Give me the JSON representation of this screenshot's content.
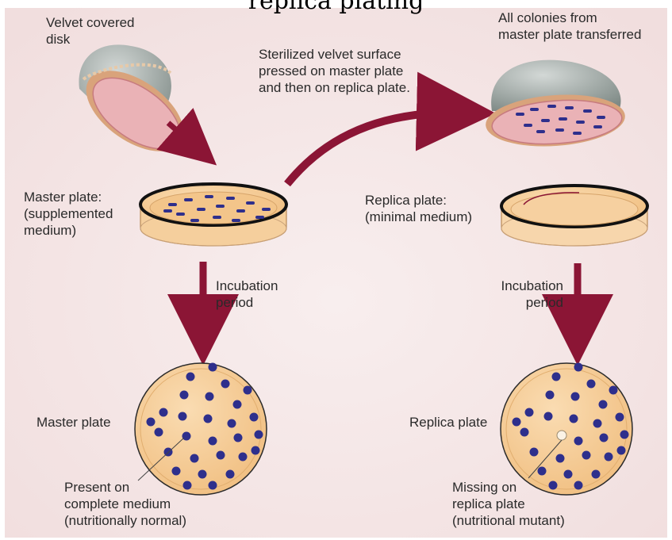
{
  "header": {
    "partial_title": "replica plating"
  },
  "labels": {
    "velvet_disk": [
      "Velvet covered",
      "disk"
    ],
    "all_colonies": [
      "All colonies from",
      "master plate transferred"
    ],
    "sterilized": [
      "Sterilized velvet surface",
      "pressed on master plate",
      "and then on replica plate."
    ],
    "master_plate_top": [
      "Master plate:",
      "(supplemented",
      "medium)"
    ],
    "replica_plate_top": [
      "Replica plate:",
      "(minimal medium)"
    ],
    "incubation_left": [
      "Incubation",
      "period"
    ],
    "incubation_right": [
      "Incubation",
      "period"
    ],
    "master_plate_bottom": "Master plate",
    "replica_plate_bottom": "Replica plate",
    "present_note": [
      "Present on",
      "complete medium",
      "(nutritionally normal)"
    ],
    "missing_note": [
      "Missing on",
      "replica plate",
      "(nutritional mutant)"
    ]
  },
  "colors": {
    "background": "#f6e9e9",
    "medium": "#f3c58a",
    "colony": "#2e2f8c",
    "arrow": "#8b1535",
    "velvet": "#9ea6a3",
    "velvet_pad": "#eab2b6"
  }
}
